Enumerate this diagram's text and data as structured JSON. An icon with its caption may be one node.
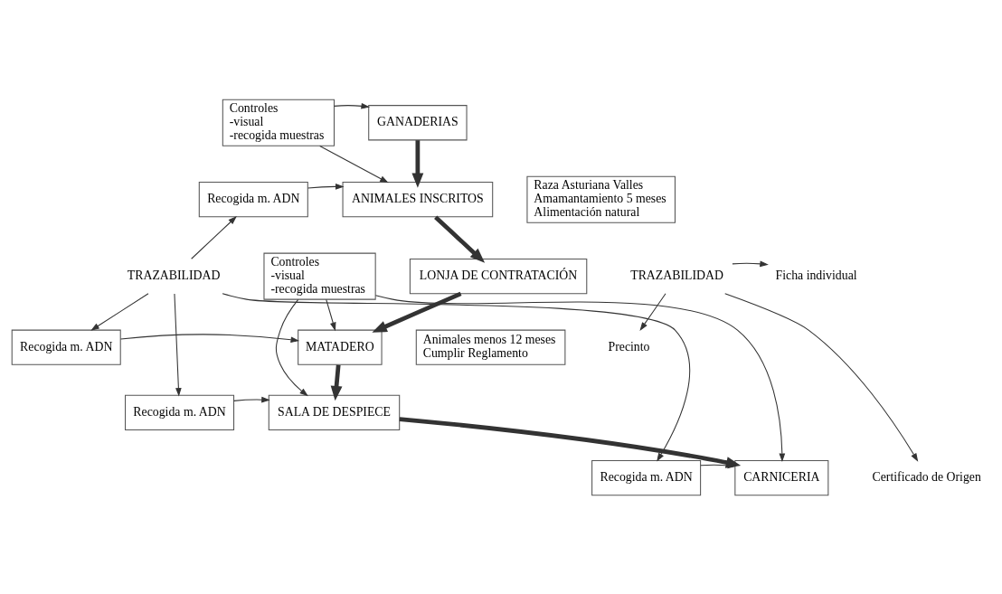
{
  "diagram": {
    "nodes": [
      {
        "text": [
          "Controles",
          "-visual",
          "-recogida muestras"
        ]
      },
      {
        "text": [
          "GANADERIAS"
        ]
      },
      {
        "text": [
          "ANIMALES INSCRITOS"
        ]
      },
      {
        "text": [
          "Raza Asturiana Valles",
          "Amamantamiento 5 meses",
          "Alimentación natural"
        ]
      },
      {
        "text": [
          "Recogida m. ADN"
        ]
      },
      {
        "text": [
          "TRAZABILIDAD"
        ]
      },
      {
        "text": [
          "LONJA DE CONTRATACIÓN"
        ]
      },
      {
        "text": [
          "Controles",
          "-visual",
          "-recogida muestras"
        ]
      },
      {
        "text": [
          "Recogida m. ADN"
        ]
      },
      {
        "text": [
          "MATADERO"
        ]
      },
      {
        "text": [
          "Animales menos 12 meses",
          "Cumplir Reglamento"
        ]
      },
      {
        "text": [
          "Recogida m. ADN"
        ]
      },
      {
        "text": [
          "SALA DE DESPIECE"
        ]
      },
      {
        "text": [
          "Recogida m. ADN"
        ]
      },
      {
        "text": [
          "CARNICERIA"
        ]
      },
      {
        "text": [
          "TRAZABILIDAD"
        ]
      },
      {
        "text": [
          "Ficha individual"
        ]
      },
      {
        "text": [
          "Precinto"
        ]
      },
      {
        "text": [
          "Certificado de Origen"
        ]
      }
    ],
    "edges": [
      {
        "from": 0,
        "to": 1,
        "arrow": "to"
      },
      {
        "from": 0,
        "to": 2,
        "arrow": "to"
      },
      {
        "from": 1,
        "to": 2,
        "arrow": "to",
        "style": "thick"
      },
      {
        "from": 4,
        "to": 2,
        "arrow": "to"
      },
      {
        "from": 5,
        "to": 4,
        "arrow": "to"
      },
      {
        "from": 2,
        "to": 6,
        "arrow": "to",
        "style": "thick"
      },
      {
        "from": 6,
        "to": 9,
        "arrow": "to",
        "style": "thick"
      },
      {
        "from": 7,
        "to": 9,
        "arrow": "to"
      },
      {
        "from": 7,
        "to": 12,
        "arrow": "to"
      },
      {
        "from": 7,
        "to": 14,
        "arrow": "to"
      },
      {
        "from": 5,
        "to": 8,
        "arrow": "to"
      },
      {
        "from": 8,
        "to": 9,
        "arrow": "to"
      },
      {
        "from": 9,
        "to": 12,
        "arrow": "to",
        "style": "thick"
      },
      {
        "from": 5,
        "to": 11,
        "arrow": "to"
      },
      {
        "from": 11,
        "to": 12,
        "arrow": "to"
      },
      {
        "from": 12,
        "to": 14,
        "arrow": "to",
        "style": "thick"
      },
      {
        "from": 5,
        "to": 13,
        "arrow": "to"
      },
      {
        "from": 13,
        "to": 14,
        "arrow": "to"
      },
      {
        "from": 15,
        "to": 16,
        "arrow": "to"
      },
      {
        "from": 15,
        "to": 17,
        "arrow": "to"
      },
      {
        "from": 15,
        "to": 18,
        "arrow": "to"
      }
    ]
  }
}
